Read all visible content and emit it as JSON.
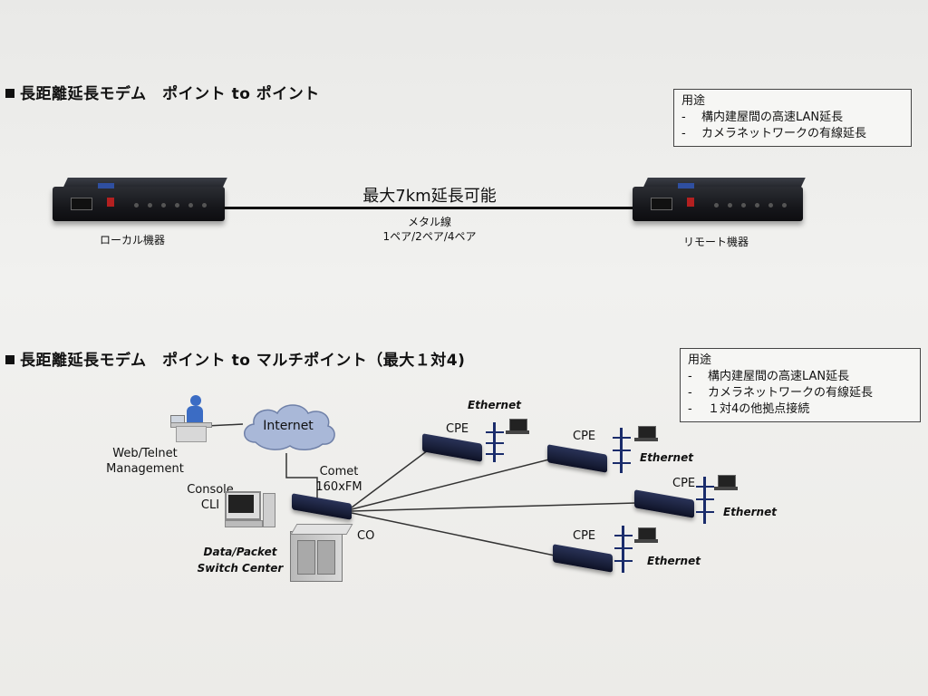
{
  "section1": {
    "heading": "長距離延長モデム　ポイント to ポイント",
    "usage_title": "用途",
    "usage_items": [
      "構内建屋間の高速LAN延長",
      "カメラネットワークの有線延長"
    ],
    "dash": "-",
    "distance_label": "最大7km延長可能",
    "cable_label": "メタル線",
    "pairs_label": "1ペア/2ペア/4ペア",
    "local_label": "ローカル機器",
    "remote_label": "リモート機器"
  },
  "section2": {
    "heading": "長距離延長モデム　ポイント to マルチポイント（最大１対4)",
    "usage_title": "用途",
    "usage_items": [
      "構内建屋間の高速LAN延長",
      "カメラネットワークの有線延長",
      "１対4の他拠点接続"
    ],
    "dash": "-",
    "internet_label": "Internet",
    "web_label_1": "Web/Telnet",
    "web_label_2": "Management",
    "console_label_1": "Console",
    "console_label_2": "CLI",
    "comet_label_1": "Comet",
    "comet_label_2": "160xFM",
    "co_label": "CO",
    "switch_label_1": "Data/Packet",
    "switch_label_2": "Switch Center",
    "cpe_label": "CPE",
    "ethernet_label": "Ethernet"
  },
  "colors": {
    "device_dark": "#16171b",
    "cpe_blue": "#1a2c6b",
    "cloud": "#9fb0d0",
    "led_red": "#b32020"
  }
}
